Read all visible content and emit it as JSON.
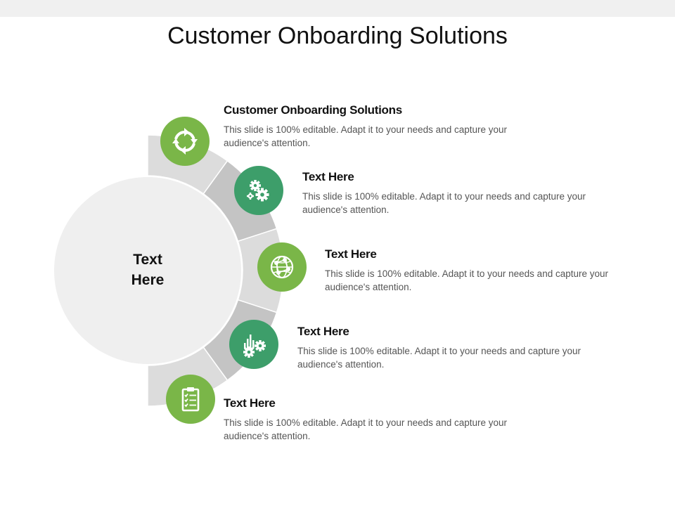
{
  "slide": {
    "title": "Customer Onboarding Solutions",
    "center_label_line1": "Text",
    "center_label_line2": "Here"
  },
  "colors": {
    "green_light": "#7ab648",
    "green_dark": "#3d9e6a",
    "segment_light": "#dcdcdc",
    "segment_mid": "#c4c4c4",
    "center_circle": "#efefef"
  },
  "items": [
    {
      "heading": "Customer Onboarding Solutions",
      "description": "This slide is 100% editable. Adapt it to your needs and capture your audience's attention.",
      "icon": "refresh-arrows-icon"
    },
    {
      "heading": "Text Here",
      "description": "This slide is 100% editable. Adapt it to your needs and capture your audience's attention.",
      "icon": "gears-icon"
    },
    {
      "heading": "Text Here",
      "description": "This slide is 100% editable. Adapt it to your needs and capture your audience's attention.",
      "icon": "globe-network-icon"
    },
    {
      "heading": "Text Here",
      "description": "This slide is 100% editable. Adapt it to your needs and capture your audience's attention.",
      "icon": "bar-chart-gear-icon"
    },
    {
      "heading": "Text Here",
      "description": "This slide is 100% editable. Adapt it to your needs and capture your audience's attention.",
      "icon": "clipboard-checklist-icon"
    }
  ]
}
